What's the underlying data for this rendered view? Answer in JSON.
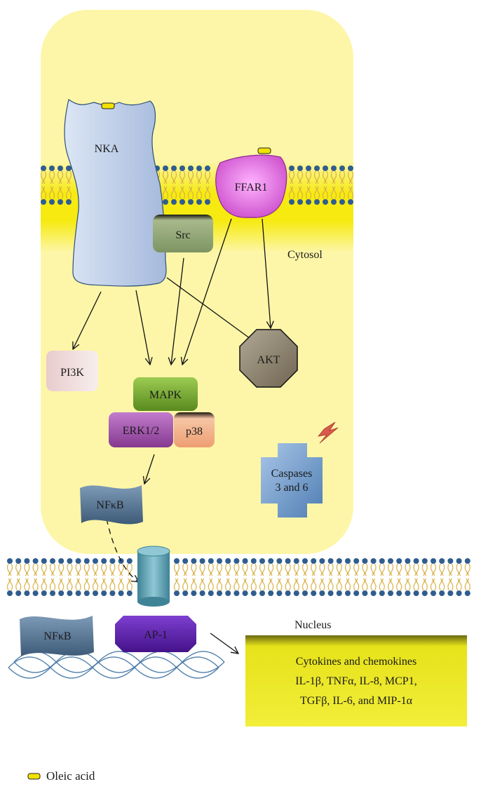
{
  "nodes": {
    "nka": "NKA",
    "ffar1": "FFAR1",
    "src": "Src",
    "pi3k": "PI3K",
    "mapk": "MAPK",
    "erk": "ERK1/2",
    "p38": "p38",
    "akt": "AKT",
    "nfkb_cytosol": "NFκB",
    "nfkb_nucleus": "NFκB",
    "ap1": "AP-1",
    "caspases_line1": "Caspases",
    "caspases_line2": "3 and 6"
  },
  "compartments": {
    "cytosol": "Cytosol",
    "nucleus": "Nucleus"
  },
  "output_box": {
    "line1": "Cytokines and chemokines",
    "line2": "IL-1β, TNFα, IL-8, MCP1,",
    "line3": "TGFβ, IL-6, and MIP-1α"
  },
  "legend": {
    "oleic_acid": "Oleic acid"
  },
  "colors": {
    "cytosol_fill": "#fdf6a8",
    "membrane_band": "#f5e600",
    "lipid_head": "#2f5d8f",
    "lipid_tail": "#d9b24a",
    "nka": "#b4c6e4",
    "ffar1": "#e06ce0",
    "src": "#93a77a",
    "pi3k": "#efdede",
    "mapk": "#77a82e",
    "erk": "#9e4fa8",
    "p38": "#f2b28d",
    "akt": "#8f8470",
    "nfkb": "#4f6f8e",
    "ap1": "#5a1fa5",
    "caspases": "#6f98c7",
    "channel": "#5f9fb0",
    "output_box": "#e5e11a",
    "oleic_acid": "#f2e200",
    "dna": "#4f7eaa"
  }
}
